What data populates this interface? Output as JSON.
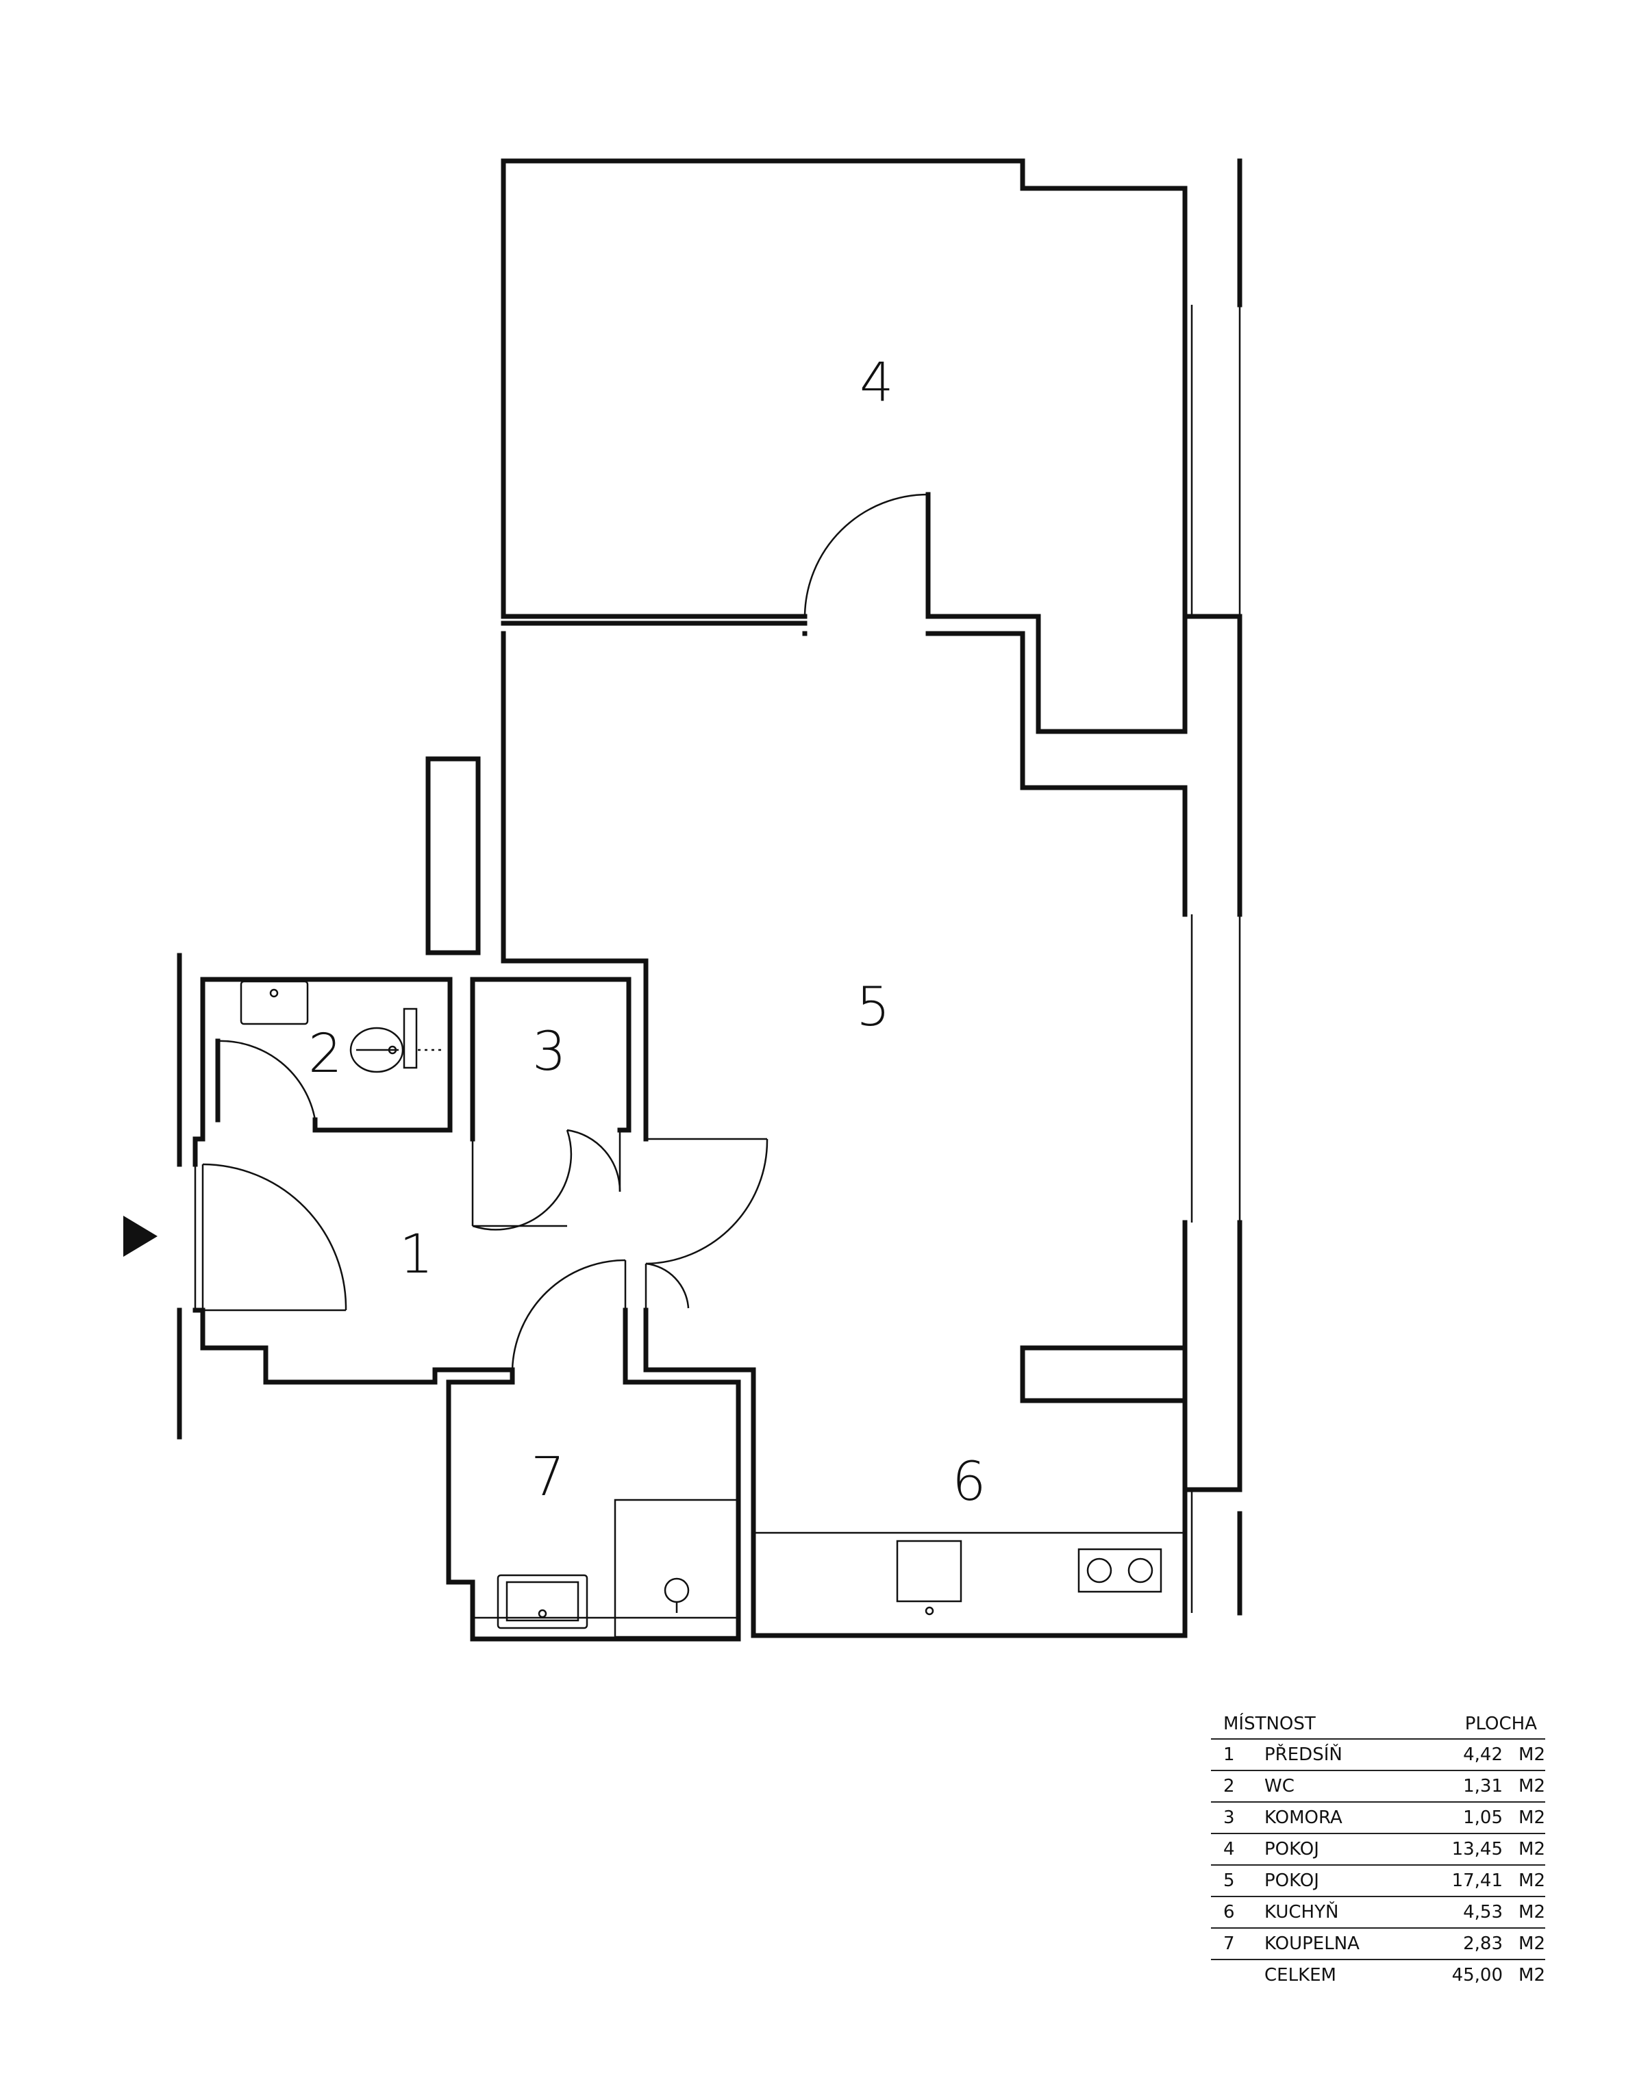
{
  "rooms": [
    {
      "label": "1"
    },
    {
      "label": "2"
    },
    {
      "label": "3"
    },
    {
      "label": "4"
    },
    {
      "label": "5"
    },
    {
      "label": "6"
    },
    {
      "label": "7"
    }
  ],
  "legend": {
    "header_room": "MÍSTNOST",
    "header_area": "PLOCHA",
    "rows": [
      {
        "no": "1",
        "name": "PŘEDSÍŇ",
        "area": "4,42",
        "unit": "M2"
      },
      {
        "no": "2",
        "name": "WC",
        "area": "1,31",
        "unit": "M2"
      },
      {
        "no": "3",
        "name": "KOMORA",
        "area": "1,05",
        "unit": "M2"
      },
      {
        "no": "4",
        "name": "POKOJ",
        "area": "13,45",
        "unit": "M2"
      },
      {
        "no": "5",
        "name": "POKOJ",
        "area": "17,41",
        "unit": "M2"
      },
      {
        "no": "6",
        "name": "KUCHYŇ",
        "area": "4,53",
        "unit": "M2"
      },
      {
        "no": "7",
        "name": "KOUPELNA",
        "area": "2,83",
        "unit": "M2"
      }
    ],
    "total": {
      "name": "CELKEM",
      "area": "45,00",
      "unit": "M2"
    }
  }
}
